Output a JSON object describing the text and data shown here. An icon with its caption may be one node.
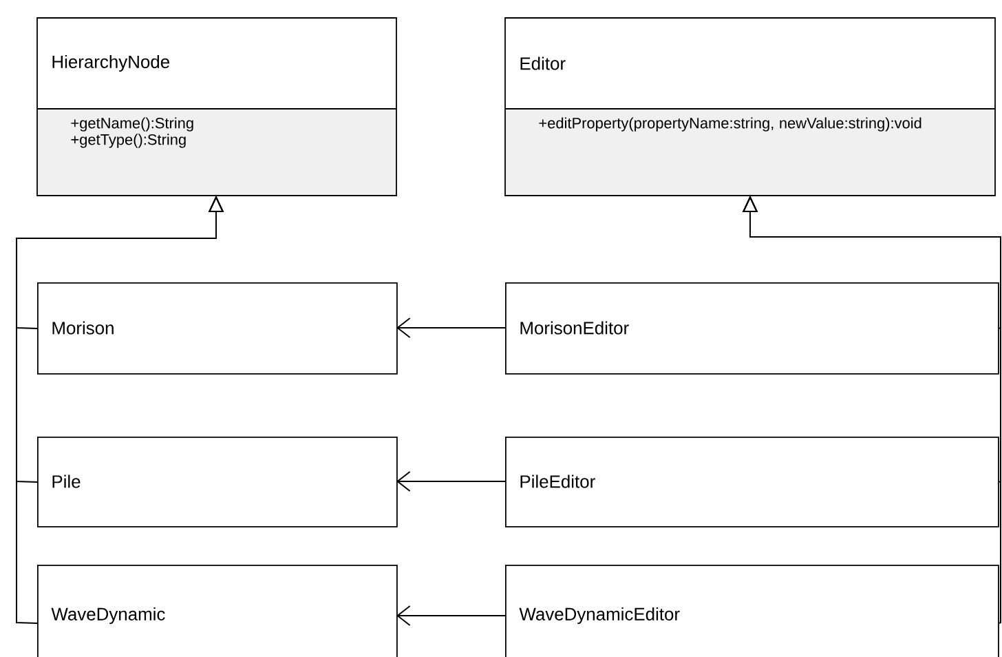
{
  "diagram": {
    "nodes": [
      {
        "text": [
          "HierarchyNode",
          "+getName():String",
          "+getType():String"
        ]
      },
      {
        "text": [
          "Editor",
          "+editProperty(propertyName:string, newValue:string):void"
        ]
      },
      {
        "text": [
          "Morison"
        ]
      },
      {
        "text": [
          "MorisonEditor"
        ]
      },
      {
        "text": [
          "Pile"
        ]
      },
      {
        "text": [
          "PileEditor"
        ]
      },
      {
        "text": [
          "WaveDynamic"
        ]
      },
      {
        "text": [
          "WaveDynamicEditor"
        ]
      }
    ],
    "edges": [
      {
        "from": 2,
        "to": 0,
        "arrow": "to"
      },
      {
        "from": 4,
        "to": 0,
        "arrow": "to"
      },
      {
        "from": 6,
        "to": 0,
        "arrow": "to"
      },
      {
        "from": 3,
        "to": 1,
        "arrow": "to"
      },
      {
        "from": 5,
        "to": 1,
        "arrow": "to"
      },
      {
        "from": 7,
        "to": 1,
        "arrow": "to"
      },
      {
        "from": 3,
        "to": 2,
        "arrow": "to"
      },
      {
        "from": 5,
        "to": 4,
        "arrow": "to"
      },
      {
        "from": 7,
        "to": 6,
        "arrow": "to"
      }
    ]
  }
}
